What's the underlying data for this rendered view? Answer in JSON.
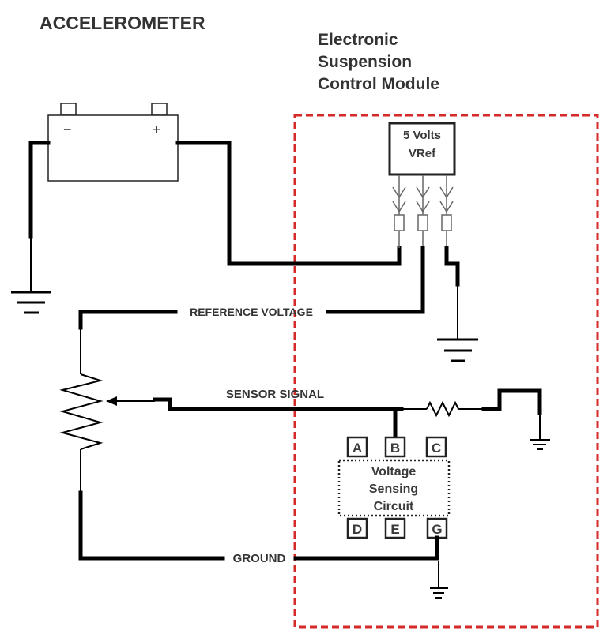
{
  "title": "ACCELEROMETER",
  "module": {
    "title_lines": [
      "Electronic",
      "Suspension",
      "Control Module"
    ],
    "border_color": "#d42a2a"
  },
  "battery": {
    "negative_symbol": "−",
    "positive_symbol": "+"
  },
  "vref": {
    "line1": "5 Volts",
    "line2": "VRef"
  },
  "wires": {
    "reference_voltage": "REFERENCE VOLTAGE",
    "sensor_signal": "SENSOR SIGNAL",
    "ground": "GROUND",
    "positive_color": "#e01010",
    "wire_color": "#000000"
  },
  "sensing_circuit": {
    "lines": [
      "Voltage",
      "Sensing",
      "Circuit"
    ],
    "top_pins": [
      "A",
      "B",
      "C"
    ],
    "bottom_pins": [
      "D",
      "E",
      "G"
    ]
  }
}
